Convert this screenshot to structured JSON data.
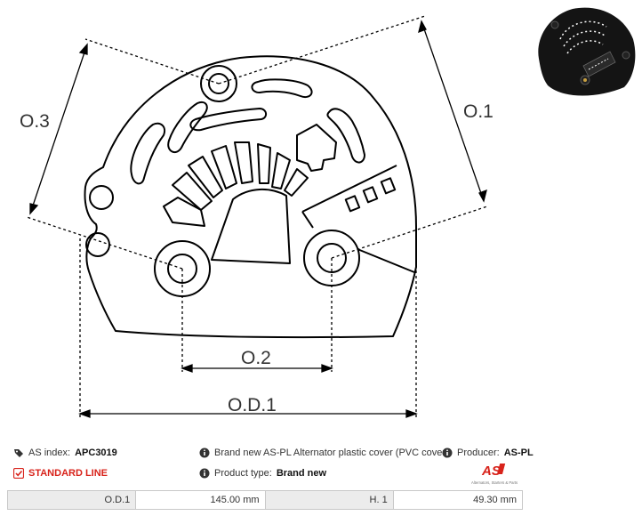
{
  "drawing": {
    "labels": {
      "o1": "O.1",
      "o2": "O.2",
      "o3": "O.3",
      "od1": "O.D.1"
    }
  },
  "photo": {
    "icon": "alternator-cover-photo"
  },
  "info": {
    "as_index_label": "AS index:",
    "as_index_value": "APC3019",
    "description": "Brand new AS-PL Alternator plastic cover (PVC cover)",
    "producer_label": "Producer:",
    "producer_value": "AS-PL",
    "standard_line": "STANDARD LINE",
    "product_type_label": "Product type:",
    "product_type_value": "Brand new"
  },
  "logo": {
    "mark": "AS",
    "tagline": "Alternators, Starters & Parts",
    "color": "#d8231b"
  },
  "specs": [
    {
      "label": "O.D.1",
      "value": "145.00 mm"
    },
    {
      "label": "H. 1",
      "value": "49.30 mm"
    }
  ],
  "colors": {
    "accent": "#d8231b",
    "line": "#000000",
    "table_border": "#c8c8c8"
  }
}
